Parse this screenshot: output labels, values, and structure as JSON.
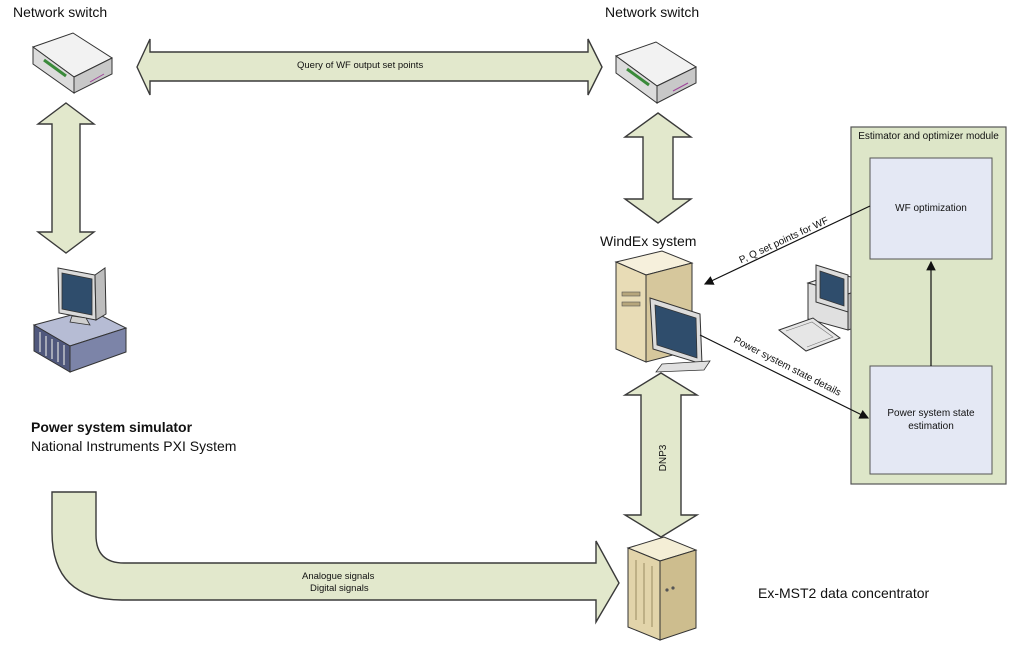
{
  "labels": {
    "switch_left": "Network switch",
    "switch_right": "Network switch",
    "query_arrow": "Query of WF output set points",
    "windex": "WindEx system",
    "simulator_title": "Power system simulator",
    "simulator_sub": "National Instruments PXI System",
    "dnp3": "DNP3",
    "signals_line1": "Analogue signals",
    "signals_line2": "Digital signals",
    "concentrator": "Ex-MST2 data concentrator",
    "pq_setpoints": "P, Q set points for WF",
    "state_details": "Power system state details"
  },
  "module": {
    "title": "Estimator and optimizer module",
    "box_top": "WF optimization",
    "box_bottom": "Power system state estimation"
  },
  "colors": {
    "arrow_fill": "#e2e8cc",
    "arrow_stroke": "#3a3a3a",
    "module_bg": "#dde6c8",
    "inner_box": "#e4e8f4"
  }
}
